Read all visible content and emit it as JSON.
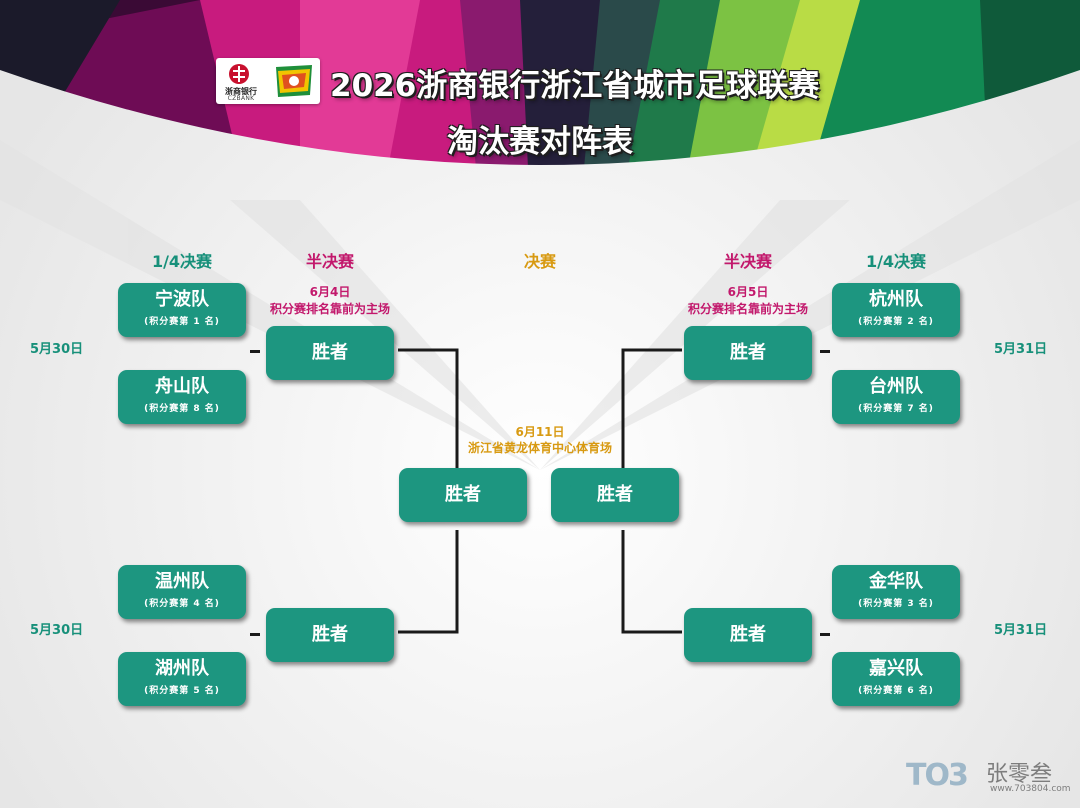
{
  "header": {
    "bank_name_cn": "浙商银行",
    "bank_name_en": "CZBANK",
    "title": "2026浙商银行浙江省城市足球联赛",
    "subtitle": "淘汰赛对阵表"
  },
  "rounds": {
    "quarter_left": "1/4决赛",
    "semi_left": "半决赛",
    "final": "决赛",
    "semi_right": "半决赛",
    "quarter_right": "1/4决赛"
  },
  "semi_left_info": {
    "date": "6月4日",
    "rule": "积分赛排名靠前为主场"
  },
  "semi_right_info": {
    "date": "6月5日",
    "rule": "积分赛排名靠前为主场"
  },
  "final_info": {
    "date": "6月11日",
    "venue": "浙江省黄龙体育中心体育场"
  },
  "side_dates": {
    "left_top": "5月30日",
    "left_bottom": "5月30日",
    "right_top": "5月31日",
    "right_bottom": "5月31日"
  },
  "teams": {
    "left_top_1": {
      "name": "宁波队",
      "rank": "(积分赛第 1 名)"
    },
    "left_top_2": {
      "name": "舟山队",
      "rank": "(积分赛第 8 名)"
    },
    "left_bottom_1": {
      "name": "温州队",
      "rank": "(积分赛第 4 名)"
    },
    "left_bottom_2": {
      "name": "湖州队",
      "rank": "(积分赛第 5 名)"
    },
    "right_top_1": {
      "name": "杭州队",
      "rank": "(积分赛第 2 名)"
    },
    "right_top_2": {
      "name": "台州队",
      "rank": "(积分赛第 7 名)"
    },
    "right_bottom_1": {
      "name": "金华队",
      "rank": "(积分赛第 3 名)"
    },
    "right_bottom_2": {
      "name": "嘉兴队",
      "rank": "(积分赛第 6 名)"
    }
  },
  "winner_label": "胜者",
  "watermark": {
    "logo": "TO3",
    "name": "张零叁",
    "url": "www.703804.com"
  },
  "colors": {
    "team_box": "#1d9680",
    "round_teal": "#17907a",
    "round_pink": "#c2186c",
    "final_gold": "#d89a12",
    "bracket_line": "#1a1a1a"
  }
}
